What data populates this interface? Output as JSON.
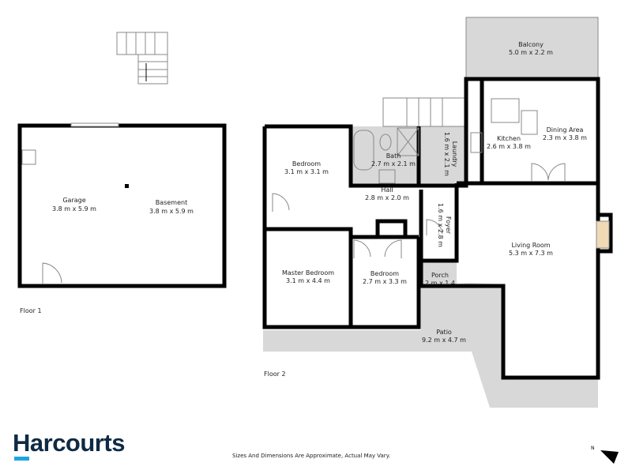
{
  "brand": {
    "name": "Harcourts",
    "accent_color": "#1ea5e0",
    "text_color": "#0f2a44"
  },
  "disclaimer": "Sizes And Dimensions Are Approximate, Actual May Vary.",
  "floors": [
    {
      "label": "Floor 1",
      "rooms": [
        {
          "name": "Garage",
          "size": "3.8 m x 5.9 m"
        },
        {
          "name": "Basement",
          "size": "3.8 m x 5.9 m"
        }
      ]
    },
    {
      "label": "Floor 2",
      "rooms": [
        {
          "name": "Bedroom",
          "size": "3.1 m x 3.1 m"
        },
        {
          "name": "Bath",
          "size": "2.7 m x 2.1 m"
        },
        {
          "name": "Laundry",
          "size": "1.6 m x 2.1 m"
        },
        {
          "name": "Hall",
          "size": "2.8 m x 2.0 m"
        },
        {
          "name": "Foyer",
          "size": "1.6 m x 2.8 m"
        },
        {
          "name": "Master Bedroom",
          "size": "3.1 m x 4.4 m"
        },
        {
          "name": "Bedroom",
          "size": "2.7 m x 3.3 m"
        },
        {
          "name": "Porch",
          "size": "2 m x 1.4"
        },
        {
          "name": "Patio",
          "size": "9.2 m x 4.7 m"
        },
        {
          "name": "Balcony",
          "size": "5.0 m x 2.2 m"
        },
        {
          "name": "Kitchen",
          "size": "2.6 m x 3.8 m"
        },
        {
          "name": "Dining Area",
          "size": "2.3 m x 3.8 m"
        },
        {
          "name": "Living Room",
          "size": "5.3 m x 7.3 m"
        }
      ]
    }
  ],
  "compass": {
    "label": "N",
    "icon": "north-arrow-icon"
  }
}
